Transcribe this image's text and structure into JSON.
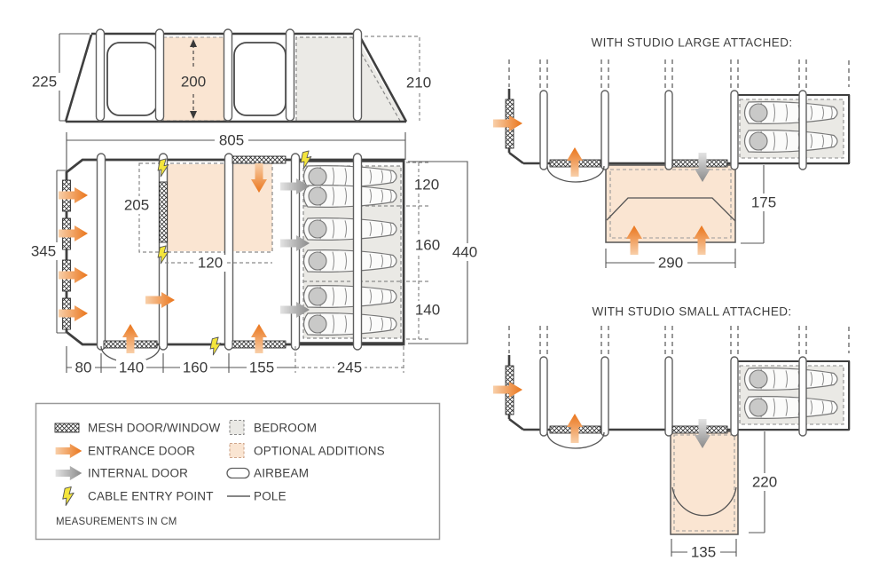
{
  "elevation": {
    "height_left": "225",
    "bedroom_height": "200",
    "height_right": "210",
    "length": "805"
  },
  "floorplan": {
    "side_width": "345",
    "optional_height": "205",
    "optional_width": "120",
    "bottom_segments": [
      "80",
      "140",
      "160",
      "155",
      "245"
    ],
    "bedroom_sections": [
      "120",
      "160",
      "140"
    ],
    "total_depth": "440"
  },
  "studio_large": {
    "title": "WITH STUDIO LARGE ATTACHED:",
    "depth": "175",
    "width": "290"
  },
  "studio_small": {
    "title": "WITH STUDIO SMALL ATTACHED:",
    "depth": "220",
    "width": "135"
  },
  "legend": {
    "items": [
      {
        "label": "MESH DOOR/WINDOW",
        "icon": "mesh-swatch"
      },
      {
        "label": "ENTRANCE DOOR",
        "icon": "orange-arrow"
      },
      {
        "label": "INTERNAL DOOR",
        "icon": "gray-arrow"
      },
      {
        "label": "CABLE ENTRY POINT",
        "icon": "lightning-bolt"
      },
      {
        "label": "BEDROOM",
        "icon": "gray-dashed-swatch"
      },
      {
        "label": "OPTIONAL ADDITIONS",
        "icon": "peach-dashed-swatch"
      },
      {
        "label": "AIRBEAM",
        "icon": "pill-outline"
      },
      {
        "label": "POLE",
        "icon": "line"
      }
    ],
    "note": "MEASUREMENTS IN CM"
  },
  "colors": {
    "entrance_arrow": "#EC7C22",
    "internal_arrow": "#8F8F8F",
    "optional_fill": "#FAE5D2",
    "bedroom_fill": "#EAE9E5",
    "cable_yellow": "#F4E53C",
    "line": "#3F3F3F"
  }
}
